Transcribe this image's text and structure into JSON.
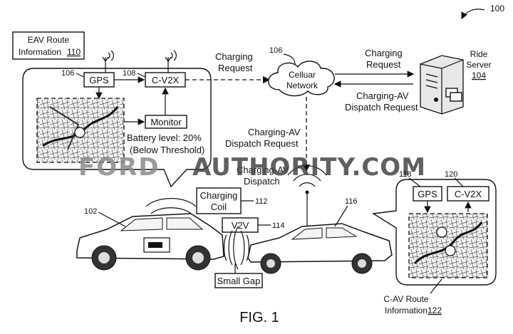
{
  "figure": {
    "ref_100": "100",
    "caption": "FIG. 1",
    "watermark_left": "FORD",
    "watermark_right": "AUTHORITY.COM"
  },
  "eav": {
    "route_info_line1": "EAV Route",
    "route_info_line2": "Information",
    "route_info_ref": "110",
    "gps_label": "GPS",
    "gps_ref": "106",
    "cv2x_label": "C-V2X",
    "cv2x_ref": "108",
    "monitor_label": "Monitor",
    "battery_line1": "Battery level: 20%",
    "battery_line2": "(Below Threshold)",
    "vehicle_ref": "102"
  },
  "network": {
    "label_line1": "Celluar",
    "label_line2": "Network",
    "ref": "106",
    "req_left_line1": "Charging",
    "req_left_line2": "Request",
    "dispatch_mid_line1": "Charging-AV",
    "dispatch_mid_line2": "Dispatch Request"
  },
  "server": {
    "label_line1": "Ride",
    "label_line2": "Server",
    "ref": "104",
    "req_line1": "Charging",
    "req_line2": "Request",
    "dispatch_line1": "Charging-AV",
    "dispatch_line2": "Dispatch Request"
  },
  "cav": {
    "dispatch_line1": "Charging-AV",
    "dispatch_line2": "Dispatch",
    "coil_line1": "Charging",
    "coil_line2": "Coil",
    "coil_ref": "112",
    "v2v_label": "V2V",
    "v2v_ref": "114",
    "vehicle_ref": "116",
    "gps_label": "GPS",
    "gps_ref": "118",
    "cv2x_label": "C-V2X",
    "cv2x_ref": "120",
    "small_gap": "Small Gap",
    "route_info_line1": "C-AV Route",
    "route_info_line2": "Information",
    "route_info_ref": "122"
  }
}
